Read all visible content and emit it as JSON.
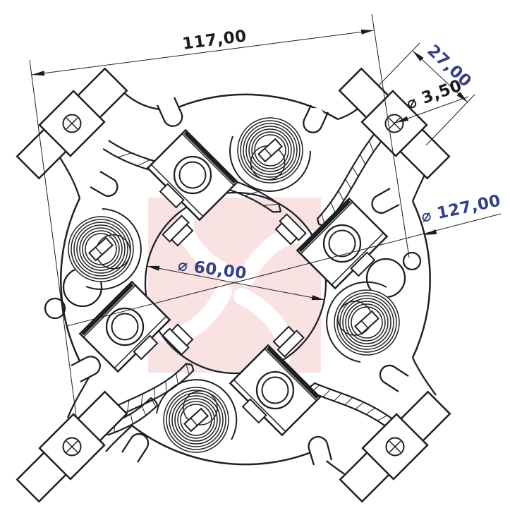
{
  "drawing_labels": {
    "dim_width": "117,00",
    "dim_terminal": "27,00",
    "dim_hole": "⌀ 3,50",
    "dim_outer_diameter": "⌀ 127,00",
    "dim_bore_diameter": "⌀ 60,00"
  },
  "colors": {
    "line": "#1f1f24",
    "dim_text_dark": "#1c1c1f",
    "dim_text_blue": "#32408a",
    "watermark_pink": "#f8e2e2",
    "paper": "#ffffff"
  }
}
